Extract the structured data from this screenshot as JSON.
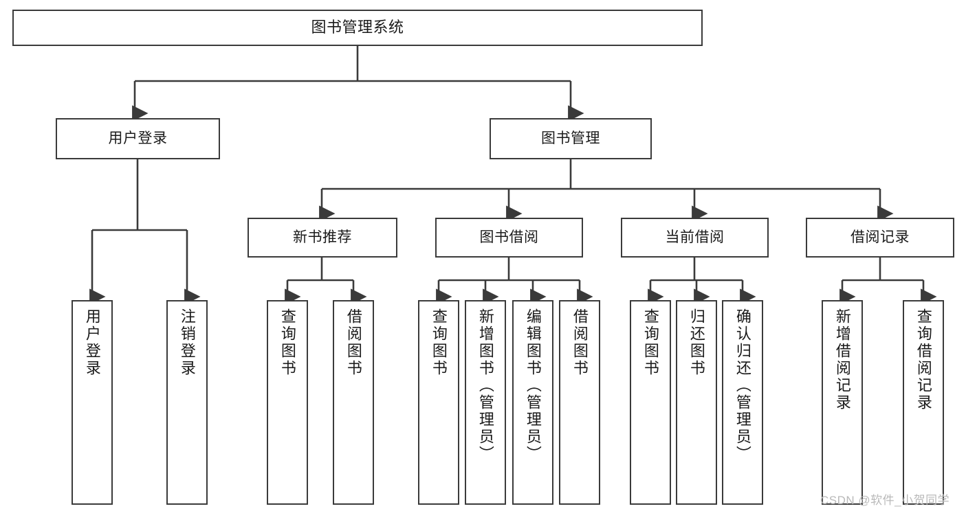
{
  "diagram": {
    "title": "图书管理系统",
    "type": "functional-hierarchy-tree",
    "stroke_color": "#3a3a3a",
    "background_color": "#ffffff",
    "text_color": "#1a1a1a"
  },
  "nodes": {
    "root": {
      "label": "图书管理系统"
    },
    "level2": [
      {
        "label": "用户登录"
      },
      {
        "label": "图书管理"
      }
    ],
    "level3": [
      {
        "label": "新书推荐"
      },
      {
        "label": "图书借阅"
      },
      {
        "label": "当前借阅"
      },
      {
        "label": "借阅记录"
      }
    ],
    "leaves": {
      "user_login": [
        {
          "label": "用户登录"
        },
        {
          "label": "注销登录"
        }
      ],
      "new_book_recommend": [
        {
          "label": "查询图书"
        },
        {
          "label": "借阅图书"
        }
      ],
      "book_borrow": [
        {
          "label": "查询图书"
        },
        {
          "label": "新增图书（管理员）"
        },
        {
          "label": "编辑图书（管理员）"
        },
        {
          "label": "借阅图书"
        }
      ],
      "current_borrow": [
        {
          "label": "查询图书"
        },
        {
          "label": "归还图书"
        },
        {
          "label": "确认归还（管理员）"
        }
      ],
      "borrow_record": [
        {
          "label": "新增借阅记录"
        },
        {
          "label": "查询借阅记录"
        }
      ]
    }
  },
  "watermark": {
    "text": "CSDN @软件_小贺同学"
  }
}
